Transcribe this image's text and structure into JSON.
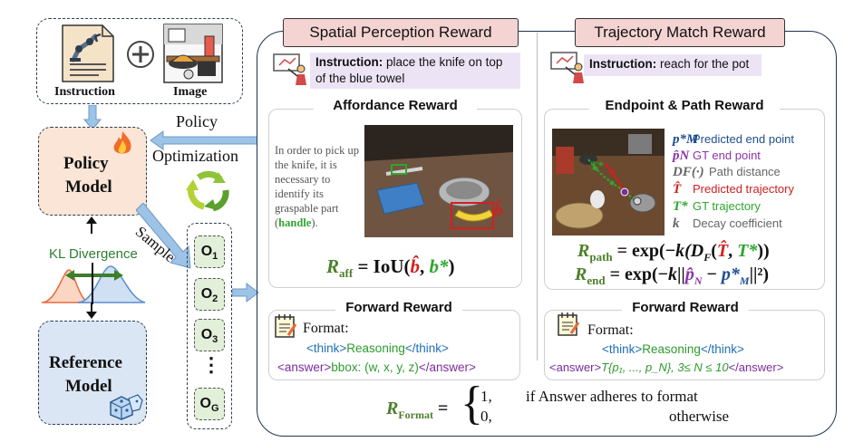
{
  "left": {
    "instruction_label": "Instruction",
    "image_label": "Image",
    "policy_optimization_line1": "Policy",
    "policy_optimization_line2": "Optimization",
    "policy_model_line1": "Policy",
    "policy_model_line2": "Model",
    "kl_label": "KL Divergence",
    "reference_model_line1": "Reference",
    "reference_model_line2": "Model",
    "sample_label": "Sample",
    "outputs": [
      {
        "letter": "O",
        "sub": "1"
      },
      {
        "letter": "O",
        "sub": "2"
      },
      {
        "letter": "O",
        "sub": "3"
      },
      {
        "letter": "O",
        "sub": "G"
      }
    ],
    "dots": "⋮"
  },
  "spatial": {
    "title": "Spatial Perception Reward",
    "instruction_bold": "Instruction:",
    "instruction_text": " place the knife on top of the blue towel",
    "affordance_title": "Affordance Reward",
    "affordance_text": "In order to pick up the knife, it is necessary to identify its graspable part (",
    "affordance_highlight": "handle",
    "affordance_text_end": ").",
    "b_hat_label": "b̂",
    "formula": {
      "r": "R",
      "sub": "aff",
      "eq": " = IoU(",
      "bhat": "b̂",
      "comma": ", ",
      "bstar": "b*",
      "close": ")"
    },
    "forward_title": "Forward Reward",
    "format_label": "Format:",
    "think_open": "<think>",
    "reasoning": "Reasoning",
    "think_close": "</think>",
    "answer_open": "<answer>",
    "answer_body": "bbox: (w, x, y, z)",
    "answer_close": "</answer>"
  },
  "trajectory": {
    "title": "Trajectory Match Reward",
    "instruction_bold": "Instruction:",
    "instruction_text": " reach for the pot",
    "endpoint_title": "Endpoint & Path Reward",
    "t_star_on_image": "T*",
    "legend": [
      {
        "sym": "p*M",
        "text": "Predicted end point"
      },
      {
        "sym": "p̂N",
        "text": "GT end point"
      },
      {
        "sym": "DF(·)",
        "text": "Path distance"
      },
      {
        "sym": "T̂",
        "text": "Predicted trajectory"
      },
      {
        "sym": "T*",
        "text": "GT trajectory"
      },
      {
        "sym": "k",
        "text": "Decay coefficient"
      }
    ],
    "path_formula": {
      "r": "R",
      "sub": "path",
      "eq": " = exp(−",
      "k": "k",
      "df": "(D",
      "dfsub": "F",
      "open": "(",
      "that": "T̂",
      "comma": ", ",
      "tstar": "T*",
      "close": "))"
    },
    "end_formula": {
      "r": "R",
      "sub": "end",
      "eq": " = exp(−",
      "k": "k",
      "bars": "||",
      "phat": "p̂",
      "phatsub": "N",
      "minus": " − ",
      "pstar": "p*",
      "pstarsub": "M",
      "close": "||²)"
    },
    "forward_title": "Forward Reward",
    "format_label": "Format:",
    "think_open": "<think>",
    "reasoning": "Reasoning",
    "think_close": "</think>",
    "answer_open": "<answer>",
    "answer_body": "T{p₁, ..., p_N}, 3≤ N ≤ 10",
    "answer_close": "</answer>"
  },
  "format_reward": {
    "r": "R",
    "sub": "Format",
    "eq": " =",
    "case1_val": "1,",
    "case1_cond": "if Answer adheres to format",
    "case2_val": "0,",
    "case2_cond": "otherwise"
  },
  "colors": {
    "policy_model_bg": "#fbe5d6",
    "reference_model_bg": "#dae6f4",
    "tag_bg": "#f4d3d3",
    "instruction_bg": "#ece4f5",
    "output_bg": "#e2efd9",
    "formula_green": "#4d7f2a",
    "red": "#d22020",
    "purple": "#8a35a8",
    "arrow_blue": "#9dc3e6"
  }
}
